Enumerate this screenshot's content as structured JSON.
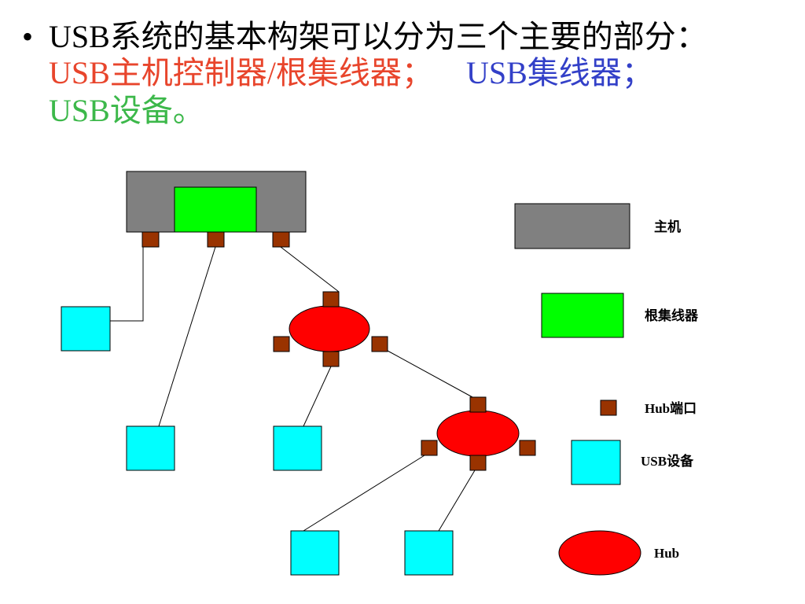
{
  "title": {
    "bullet": "•",
    "line1": "USB系统的基本构架可以分为三个主要的部分：",
    "line2_part_a": "USB主机控制器/根集线器；",
    "line2_part_b": "USB集线器；",
    "line3": "USB设备。"
  },
  "legend": {
    "host": "主机",
    "root_hub": "根集线器",
    "hub_port": "Hub端口",
    "usb_device": "USB设备",
    "hub": "Hub"
  },
  "colors": {
    "text": "#000000",
    "red_text": "#e8452c",
    "blue_text": "#3340c8",
    "green_text": "#3cb84a",
    "host_gray": "#808080",
    "root_hub_green": "#00ff00",
    "port_brown": "#993300",
    "device_cyan": "#00ffff",
    "hub_red": "#ff0000"
  }
}
